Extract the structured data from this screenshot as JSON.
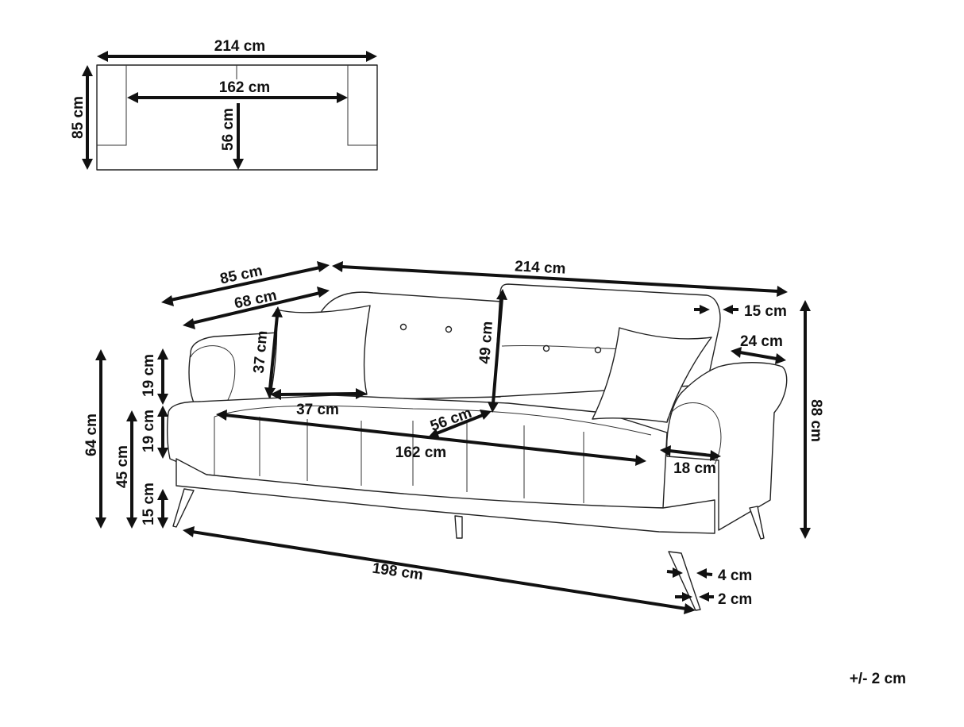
{
  "top_view": {
    "width": "214 cm",
    "depth": "85 cm",
    "seat_width": "162 cm",
    "seat_depth": "56 cm"
  },
  "main_view": {
    "depth_total": "85 cm",
    "depth_arm": "68 cm",
    "width_total": "214 cm",
    "backrest_thickness": "15 cm",
    "arm_width": "24 cm",
    "height_total": "88 cm",
    "cushion_height": "37 cm",
    "cushion_width": "37 cm",
    "backrest_height": "49 cm",
    "seat_depth": "56 cm",
    "seat_width": "162 cm",
    "arm_side": "18 cm",
    "arm_height_top": "19 cm",
    "seat_thickness": "19 cm",
    "arm_height_total": "64 cm",
    "seat_height": "45 cm",
    "leg_height": "15 cm",
    "base_length": "198 cm",
    "leg_top": "4 cm",
    "leg_bottom": "2 cm"
  },
  "tolerance": "+/- 2 cm"
}
